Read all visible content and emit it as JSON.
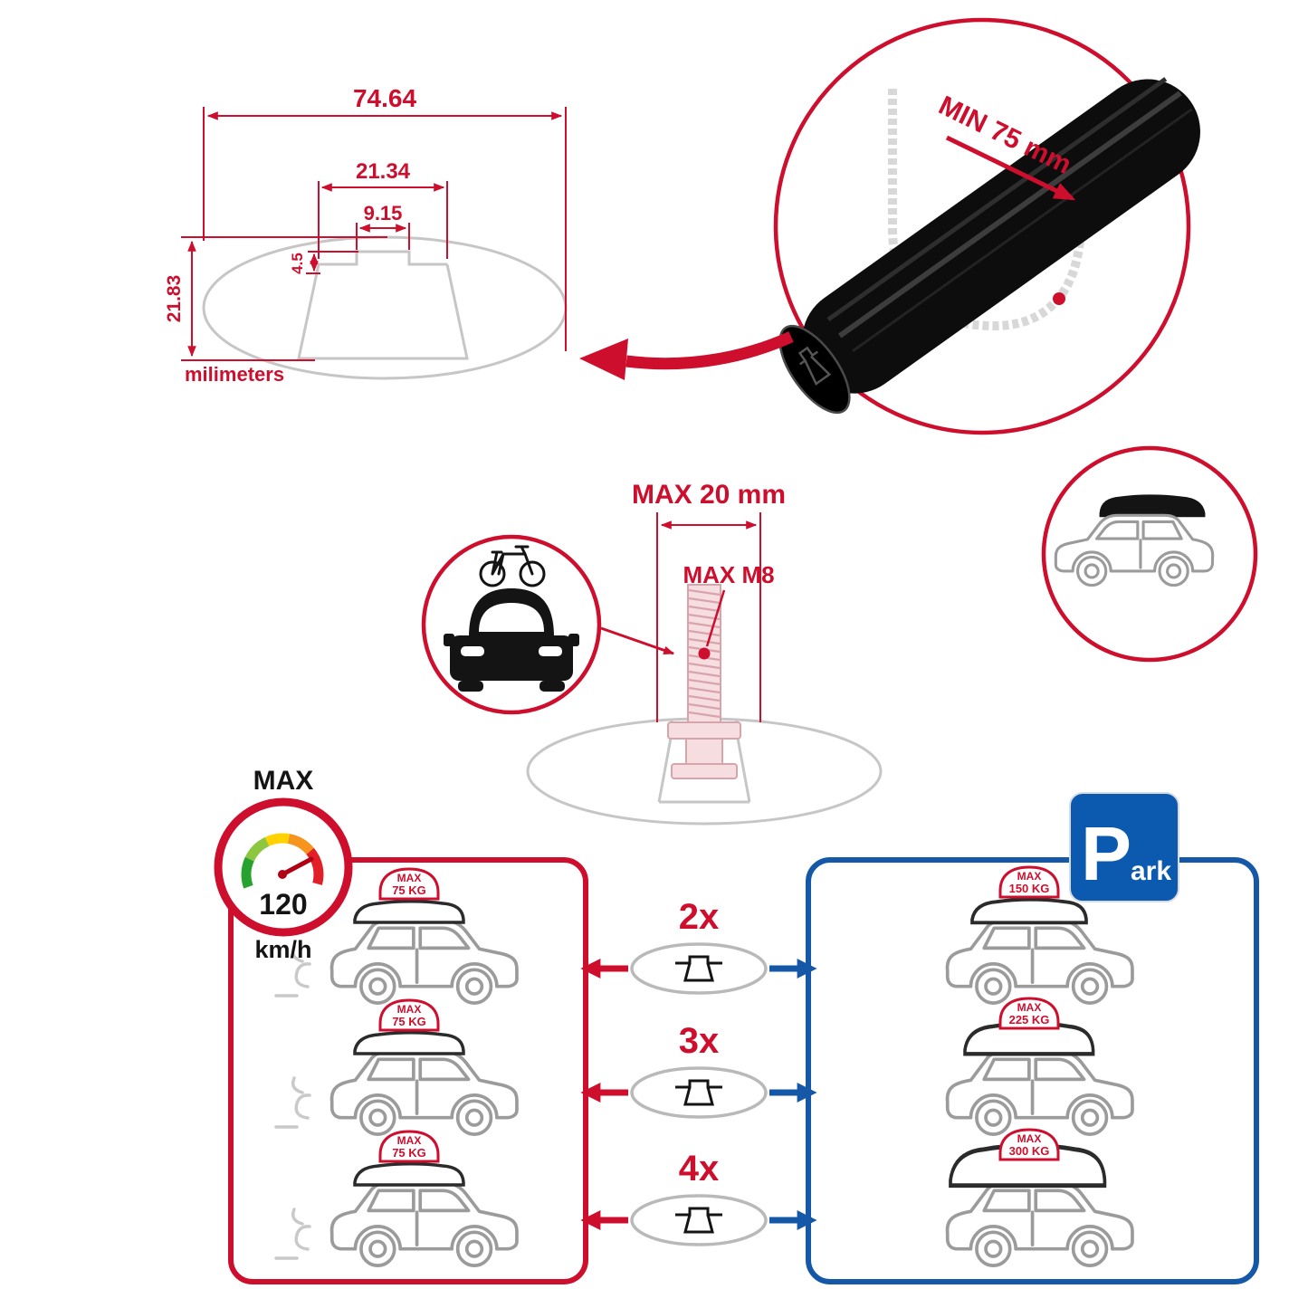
{
  "colors": {
    "brand_red": "#ce0e2d",
    "parking_blue": "#1558a7",
    "sign_blue": "#0b5ab0",
    "outline_gray": "#c6c6c6"
  },
  "cross_section": {
    "width_total": "74.64",
    "width_channel": "21.34",
    "width_slot": "9.15",
    "lip_height": "4.5",
    "height_total": "21.83",
    "units_label": "milimeters"
  },
  "bar_detail": {
    "clamp_min_label": "MIN 75 mm"
  },
  "bolt_detail": {
    "length_label": "MAX 20 mm",
    "thread_label": "MAX M8"
  },
  "speed_limit": {
    "label": "MAX",
    "value": "120",
    "unit": "km/h"
  },
  "parking_sign": {
    "letter": "P",
    "rest": "ark"
  },
  "rows": [
    {
      "count": "2x",
      "drive_max": "MAX",
      "drive_load": "75 KG",
      "park_max": "MAX",
      "park_load": "150 KG"
    },
    {
      "count": "3x",
      "drive_max": "MAX",
      "drive_load": "75 KG",
      "park_max": "MAX",
      "park_load": "225 KG"
    },
    {
      "count": "4x",
      "drive_max": "MAX",
      "drive_load": "75 KG",
      "park_max": "MAX",
      "park_load": "300 KG"
    }
  ]
}
